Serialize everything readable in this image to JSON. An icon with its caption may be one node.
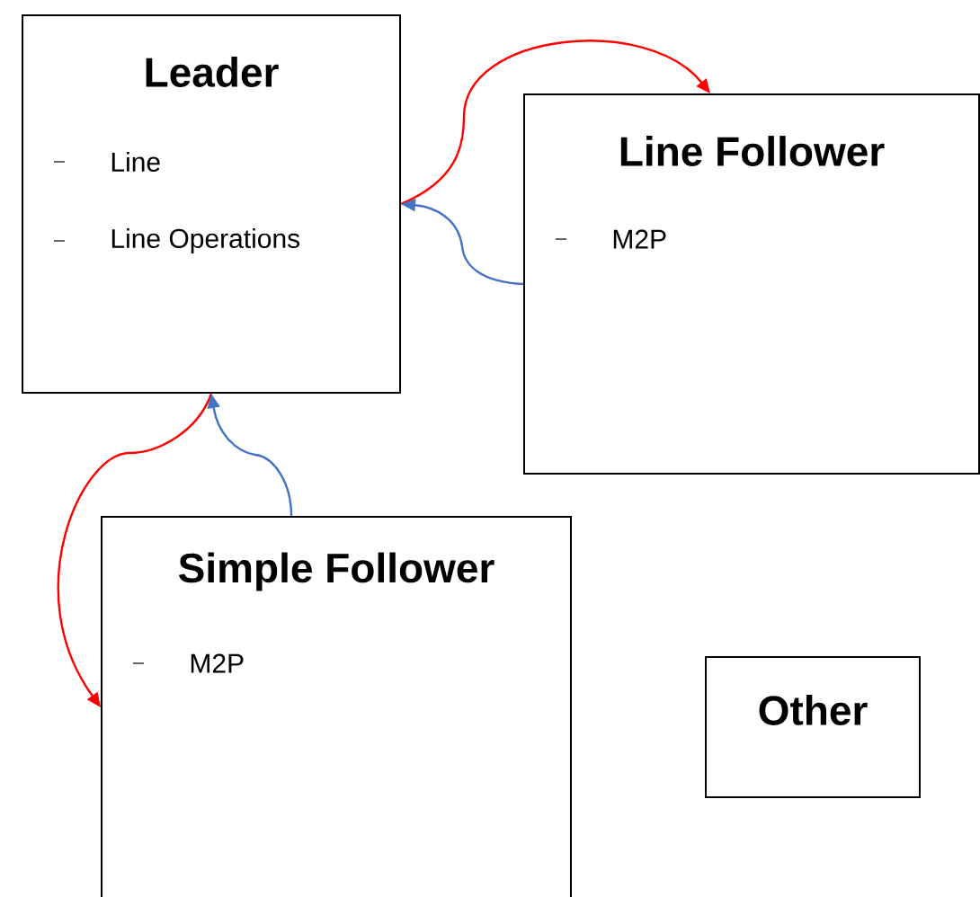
{
  "diagram": {
    "nodes": [
      {
        "text": [
          "Leader",
          "Line",
          "Line Operations"
        ]
      },
      {
        "text": [
          "Line Follower",
          "M2P"
        ]
      },
      {
        "text": [
          "Simple Follower",
          "M2P"
        ]
      },
      {
        "text": [
          "Other"
        ]
      }
    ],
    "edges": [
      {
        "from": 0,
        "to": 1,
        "arrow": "to",
        "color": "#ff0000"
      },
      {
        "from": 1,
        "to": 0,
        "arrow": "to",
        "color": "#4472c4"
      },
      {
        "from": 0,
        "to": 2,
        "arrow": "to",
        "color": "#ff0000"
      },
      {
        "from": 2,
        "to": 0,
        "arrow": "to",
        "color": "#4472c4"
      }
    ]
  }
}
